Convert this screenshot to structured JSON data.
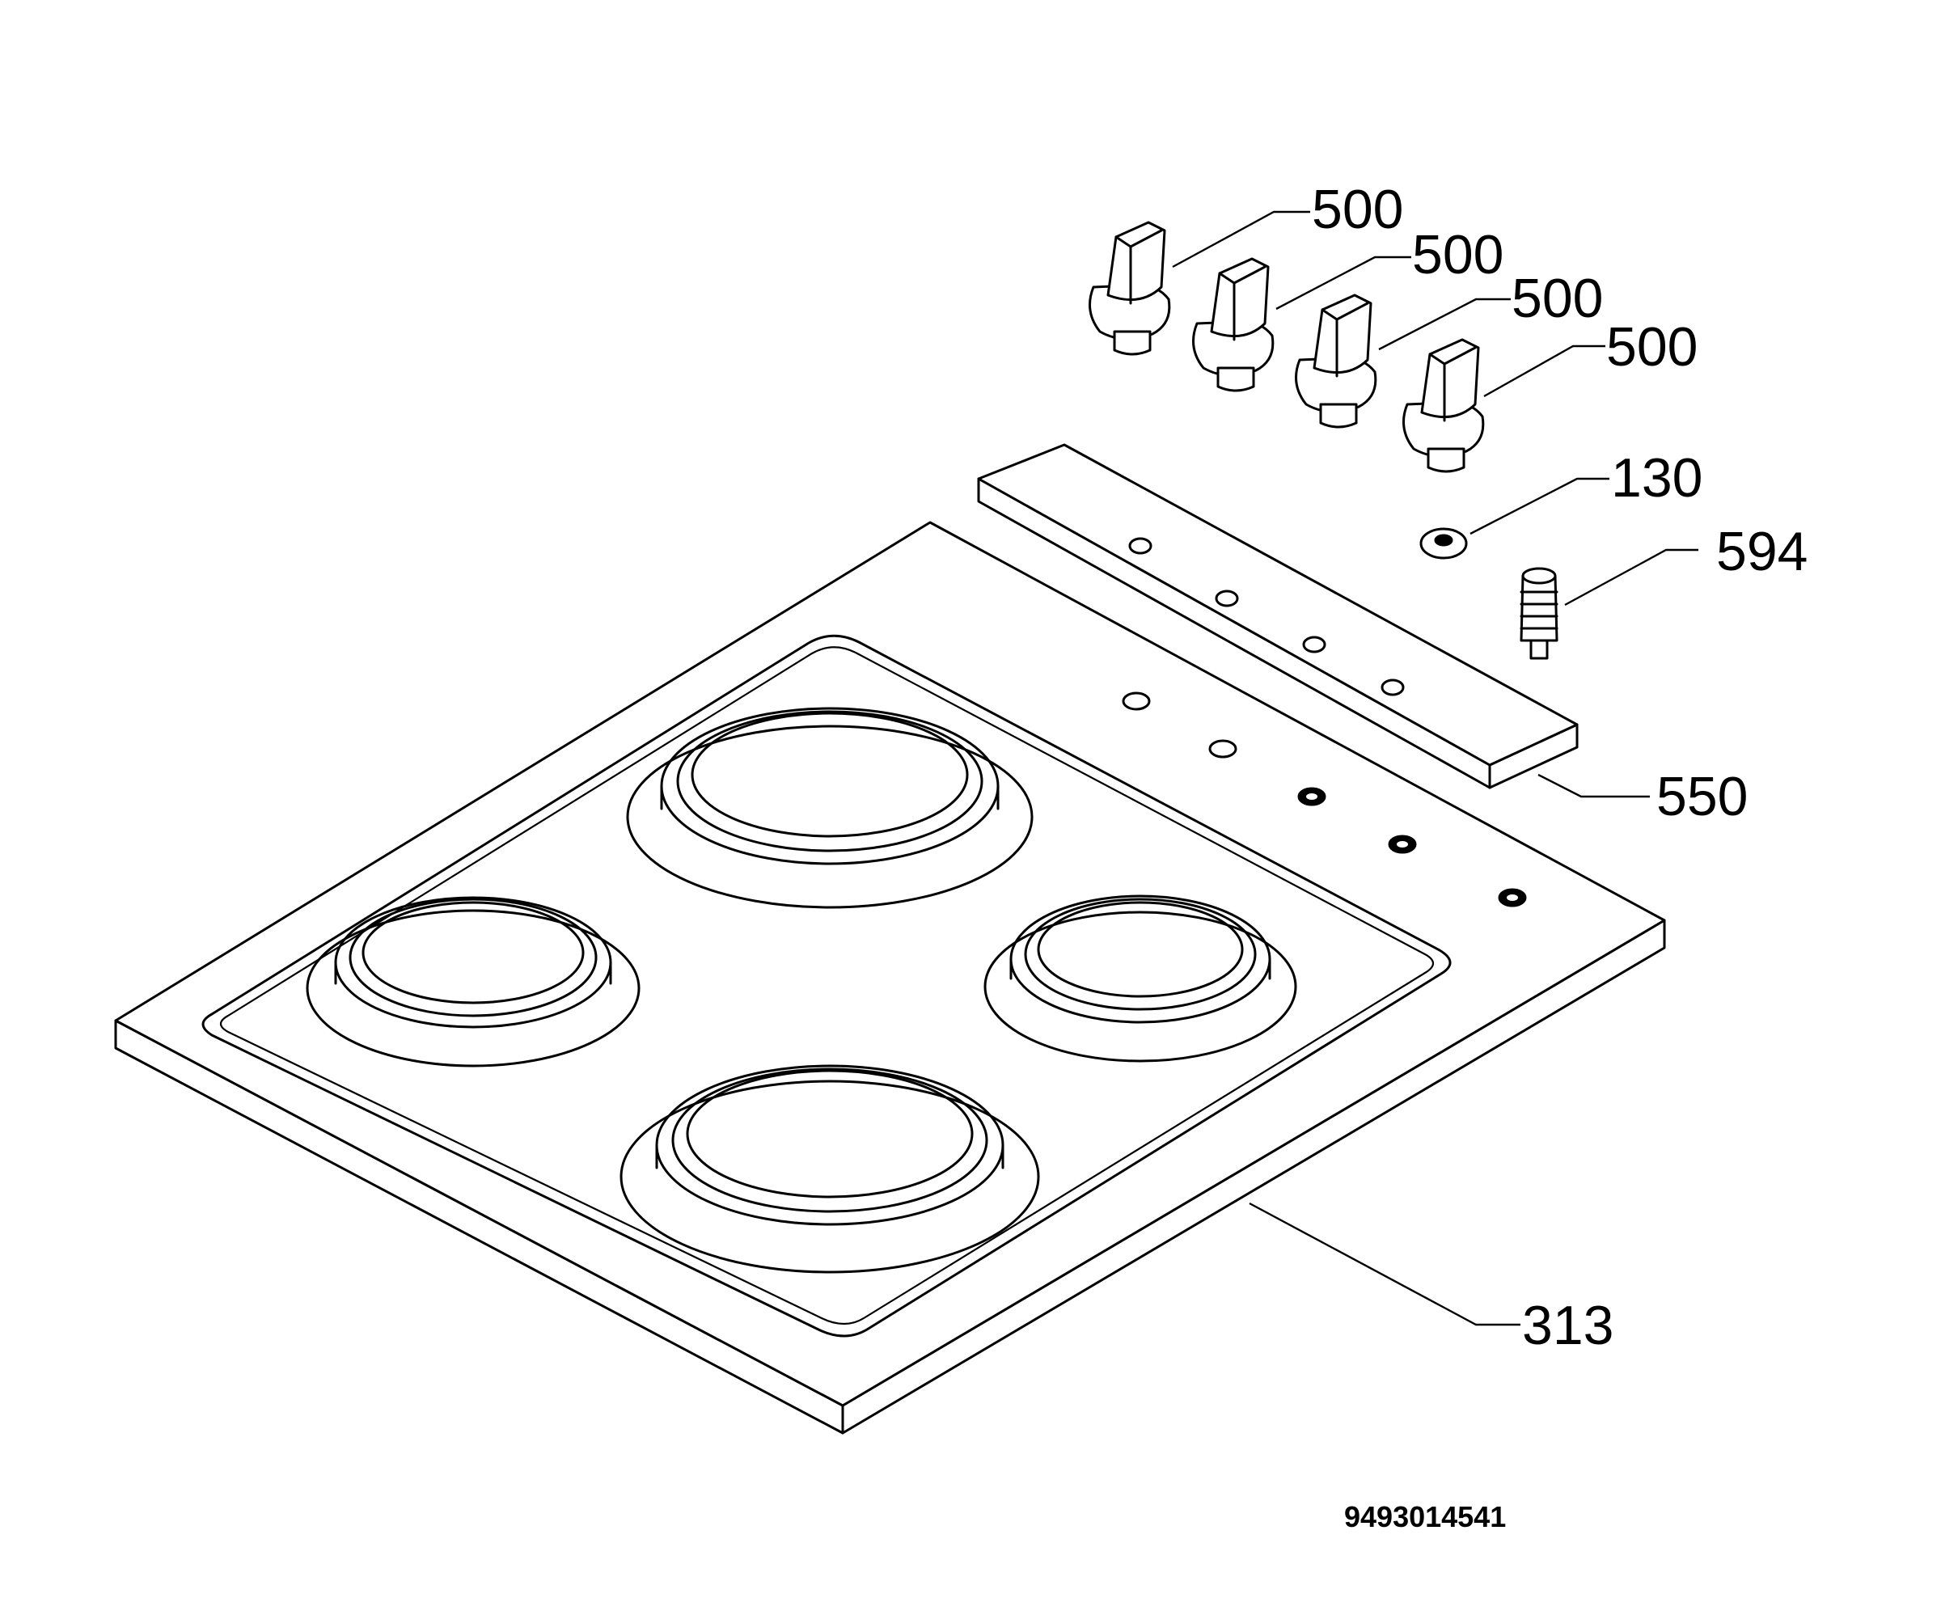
{
  "callouts": {
    "knob_1": "500",
    "knob_2": "500",
    "knob_3": "500",
    "knob_4": "500",
    "washer": "130",
    "igniter": "594",
    "control_panel": "550",
    "hob_top": "313"
  },
  "document_number": "9493014541"
}
